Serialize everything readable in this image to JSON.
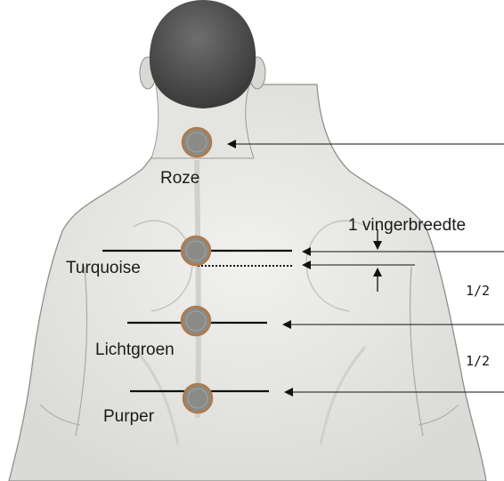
{
  "points": [
    {
      "id": "roze",
      "label": "Roze",
      "ring_color": "#b07a4a",
      "fill_color": "#8a8a86"
    },
    {
      "id": "turquoise",
      "label": "Turquoise",
      "ring_color": "#b07a4a",
      "fill_color": "#8a8a86"
    },
    {
      "id": "lichtgroen",
      "label": "Lichtgroen",
      "ring_color": "#b07a4a",
      "fill_color": "#8a8a86"
    },
    {
      "id": "purper",
      "label": "Purper",
      "ring_color": "#b07a4a",
      "fill_color": "#8a8a86"
    }
  ],
  "measurements": {
    "finger_width": "1 vingerbreedte",
    "half_1": "1/2",
    "half_2": "1/2"
  },
  "colors": {
    "skin": "#e9e9e7",
    "skin_shade": "#d6d6d3",
    "outline": "#8f8f8c",
    "hair": "#4e4e4e",
    "line": "#111111"
  }
}
